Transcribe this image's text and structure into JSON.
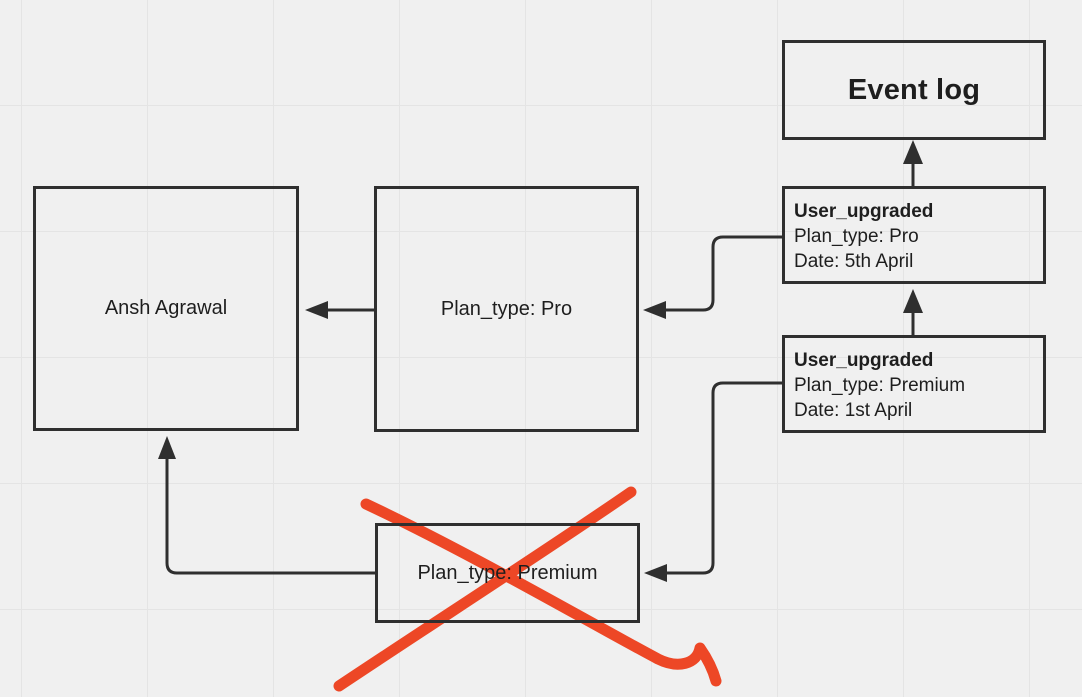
{
  "canvas": {
    "background_color": "#f0f0f0",
    "grid_color": "#e4e4e4",
    "stroke_color": "#2f2f2f",
    "annotation_color": "#ed4726"
  },
  "nodes": {
    "event_log": {
      "label": "Event log"
    },
    "event_pro": {
      "title": "User_upgraded",
      "plan": "Plan_type: Pro",
      "date": "Date: 5th April"
    },
    "event_premium": {
      "title": "User_upgraded",
      "plan": "Plan_type: Premium",
      "date": "Date: 1st April"
    },
    "user": {
      "label": "Ansh Agrawal"
    },
    "plan_pro": {
      "label": "Plan_type: Pro"
    },
    "plan_premium": {
      "label": "Plan_type: Premium"
    }
  },
  "connectors": [
    {
      "from": "event_pro",
      "to": "event_log"
    },
    {
      "from": "event_premium",
      "to": "event_pro"
    },
    {
      "from": "event_pro",
      "to": "plan_pro"
    },
    {
      "from": "event_premium",
      "to": "plan_premium"
    },
    {
      "from": "plan_pro",
      "to": "user"
    },
    {
      "from": "plan_premium",
      "to": "user"
    }
  ],
  "annotation": {
    "type": "red-cross-out",
    "target": "plan_premium"
  }
}
